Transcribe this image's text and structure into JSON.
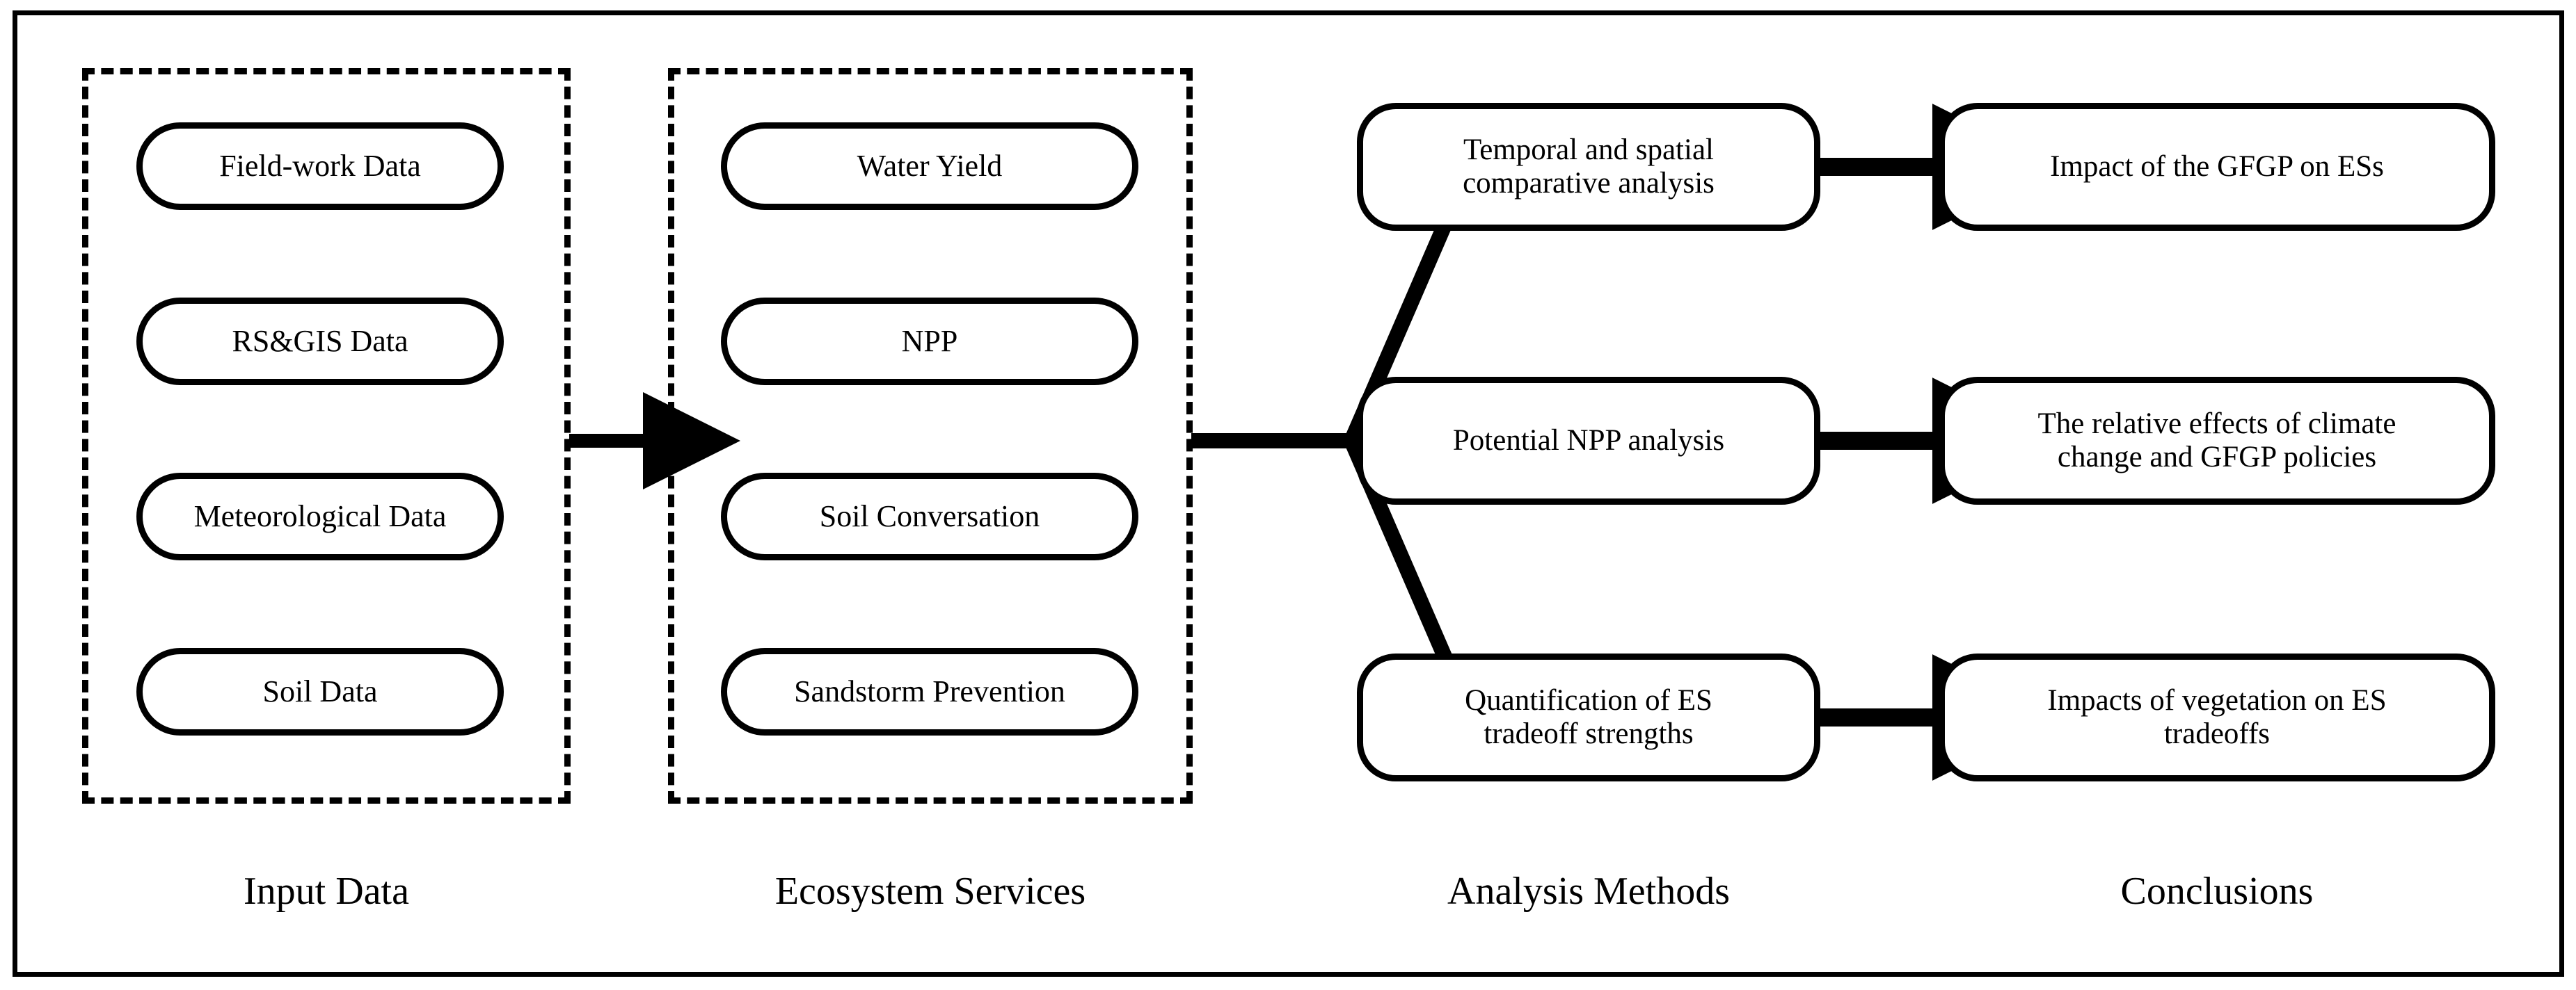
{
  "figure": {
    "kind": "research-framework-flowchart",
    "border_color": "#000000",
    "background": "#ffffff",
    "text_color": "#000000"
  },
  "columns": [
    {
      "id": "input-data",
      "label": "Input Data",
      "grouped": true,
      "nodes": [
        {
          "id": "field-work-data",
          "text": "Field-work Data"
        },
        {
          "id": "rs-gis-data",
          "text": "RS&GIS Data"
        },
        {
          "id": "meteorological-data",
          "text": "Meteorological Data"
        },
        {
          "id": "soil-data",
          "text": "Soil Data"
        }
      ]
    },
    {
      "id": "ecosystem-services",
      "label": "Ecosystem Services",
      "grouped": true,
      "nodes": [
        {
          "id": "water-yield",
          "text": "Water Yield"
        },
        {
          "id": "npp",
          "text": "NPP"
        },
        {
          "id": "soil-conversation",
          "text": "Soil Conversation"
        },
        {
          "id": "sandstorm-prevention",
          "text": "Sandstorm Prevention"
        }
      ]
    },
    {
      "id": "analysis-methods",
      "label": "Analysis Methods",
      "grouped": false,
      "nodes": [
        {
          "id": "temporal-spatial-comparative-analysis",
          "text": "Temporal and spatial\ncomparative analysis"
        },
        {
          "id": "potential-npp-analysis",
          "text": "Potential NPP analysis"
        },
        {
          "id": "quantification-of-es-tradeoff-strengths",
          "text": "Quantification of ES\ntradeoff strengths"
        }
      ]
    },
    {
      "id": "conclusions",
      "label": "Conclusions",
      "grouped": false,
      "nodes": [
        {
          "id": "impact-of-gfgp-on-ess",
          "text": "Impact of the GFGP on ESs"
        },
        {
          "id": "relative-effects-climate-gfgp",
          "text": "The relative effects of climate\nchange and GFGP policies"
        },
        {
          "id": "impacts-of-vegetation-on-es-tradeoffs",
          "text": "Impacts of vegetation on ES\ntradeoffs"
        }
      ]
    }
  ],
  "connectors": [
    {
      "id": "arrow-input-to-ecosystem",
      "type": "arrow-right"
    },
    {
      "id": "branch-ecosystem-to-analysis",
      "type": "three-way-branch"
    },
    {
      "id": "arrow-analysis-top-to-conclusion-top",
      "type": "arrow-right"
    },
    {
      "id": "arrow-analysis-mid-to-conclusion-mid",
      "type": "arrow-right"
    },
    {
      "id": "arrow-analysis-bottom-to-conclusion-bottom",
      "type": "arrow-right"
    }
  ]
}
